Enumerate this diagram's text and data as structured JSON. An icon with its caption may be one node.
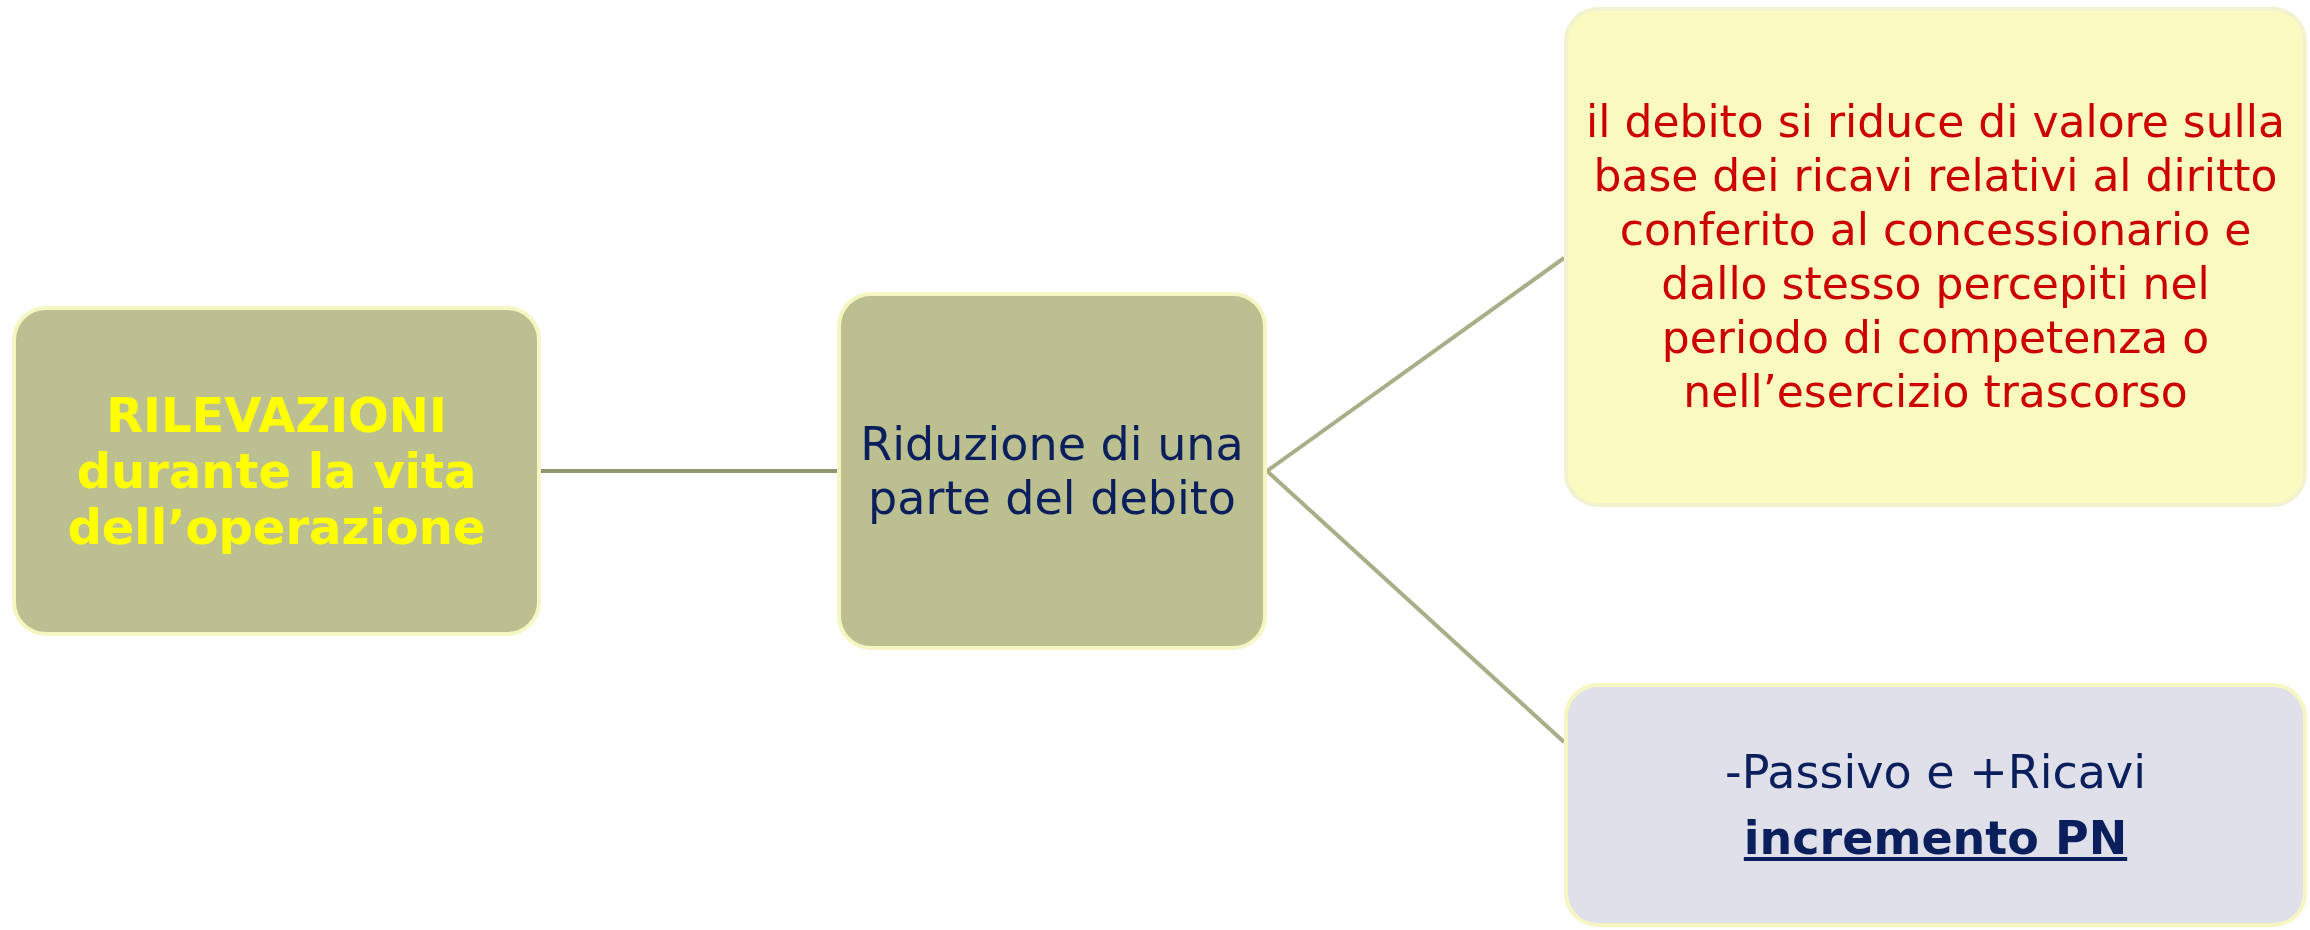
{
  "diagram": {
    "nodes": [
      {
        "text": [
          "RILEVAZIONI durante la vita dell’operazione"
        ]
      },
      {
        "text": [
          "Riduzione di una parte del debito"
        ]
      },
      {
        "text": [
          "il debito si riduce di valore sulla base dei ricavi relativi al diritto conferito al concessionario e dallo stesso percepiti nel periodo di competenza o nell’esercizio trascorso"
        ]
      },
      {
        "text": [
          "-Passivo e +Ricavi",
          "incremento PN"
        ]
      }
    ],
    "edges": [
      {
        "from": 0,
        "to": 1,
        "arrow": "none",
        "color": "#8f9670"
      },
      {
        "from": 1,
        "to": 2,
        "arrow": "none"
      },
      {
        "from": 1,
        "to": 3,
        "arrow": "none"
      }
    ]
  }
}
